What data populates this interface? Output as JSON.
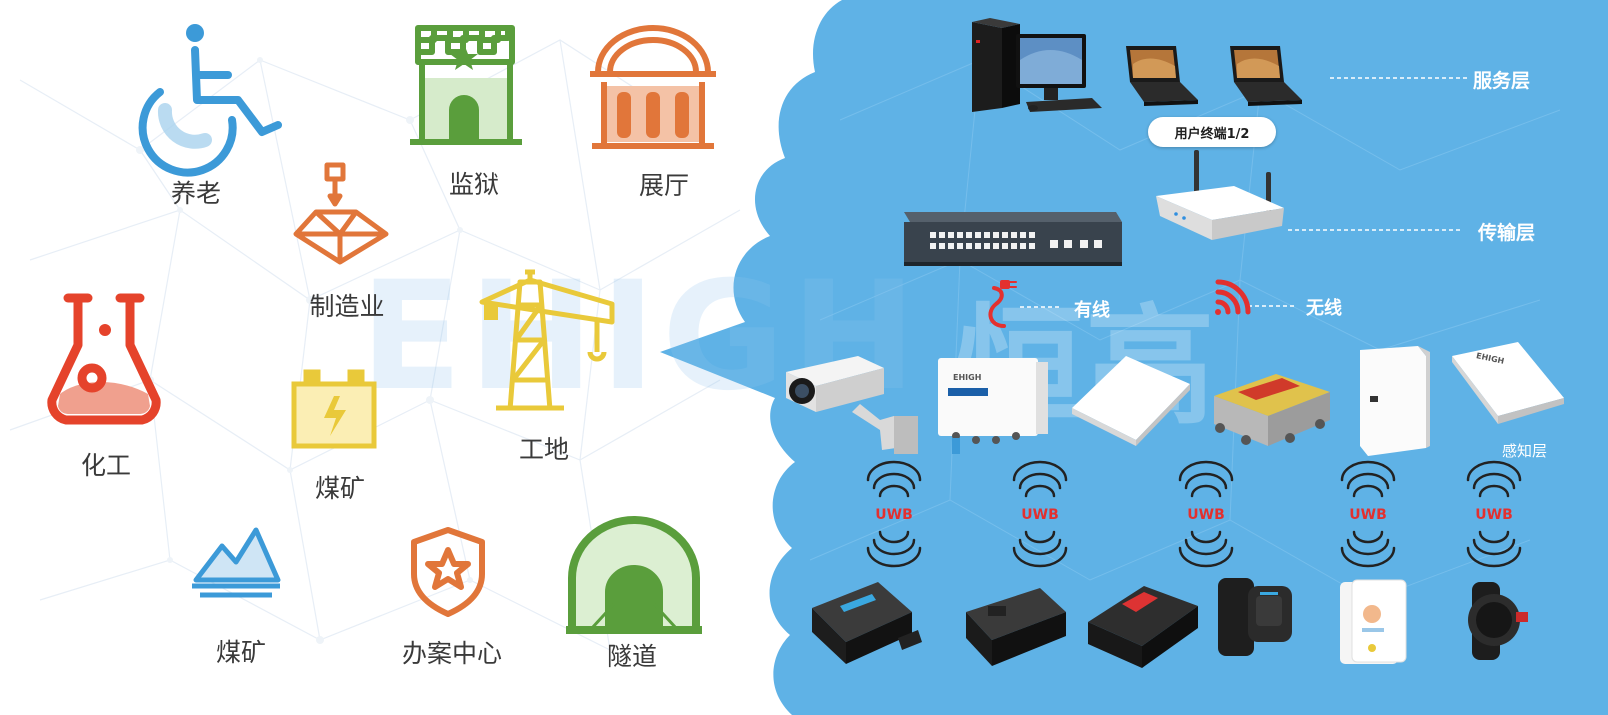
{
  "applications": {
    "elderly_care": "养老",
    "prison": "监狱",
    "exhibition_hall": "展厅",
    "manufacturing": "制造业",
    "chemical": "化工",
    "construction_site": "工地",
    "coal_mine_battery": "煤矿",
    "coal_mine_mountain": "煤矿",
    "case_center": "办案中心",
    "tunnel": "隧道"
  },
  "watermark": {
    "latin": "EHIGH",
    "chinese": "恒高"
  },
  "architecture": {
    "service_layer": "服务层",
    "transport_layer": "传输层",
    "sensing_layer": "感知层",
    "user_terminal": "用户终端1/2",
    "wired": "有线",
    "wireless": "无线",
    "uwb_labels": [
      "UWB",
      "UWB",
      "UWB",
      "UWB",
      "UWB"
    ],
    "device_brand": "EHIGH"
  },
  "colors": {
    "sky_blue": "#5fb2e6",
    "icon_blue": "#3c9ad8",
    "icon_green": "#5a9e3c",
    "icon_orange": "#e1763a",
    "icon_red": "#e5432b",
    "icon_yellow": "#e9c93a",
    "uwb_red": "#e3302f"
  }
}
